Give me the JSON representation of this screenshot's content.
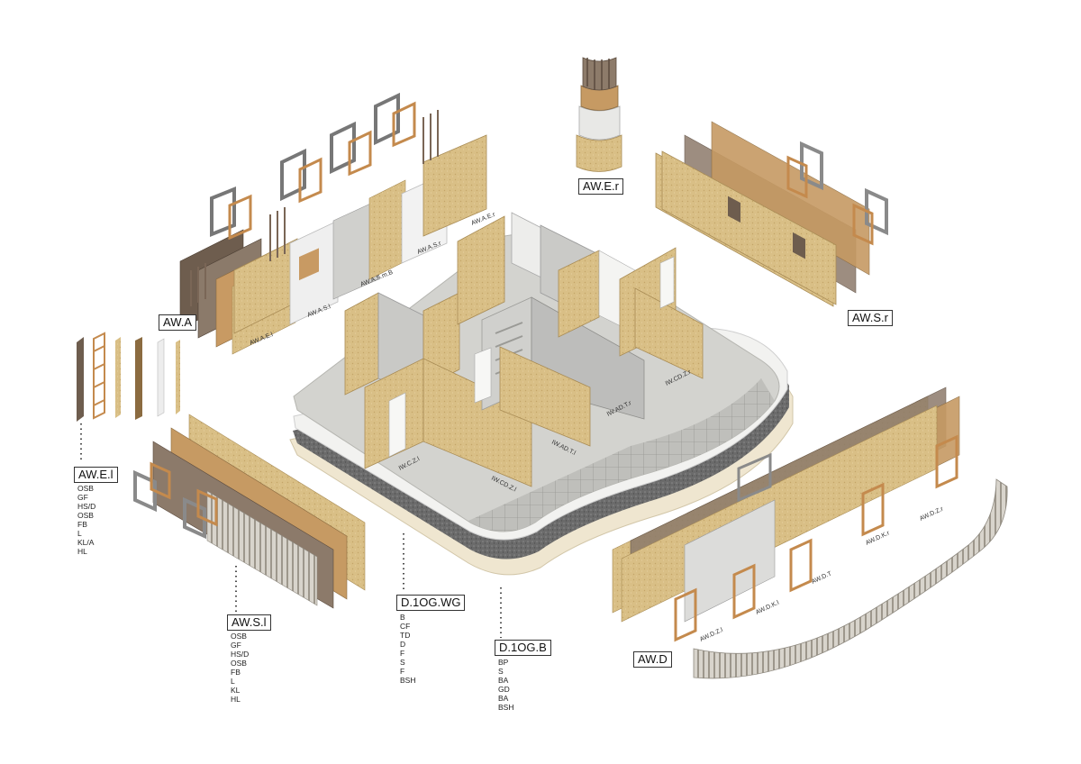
{
  "colors": {
    "osb": "#d7bd84",
    "osb_dark": "#b89a5e",
    "timber": "#c6925a",
    "frame_dark": "#6b5a4a",
    "grey_panel": "#bdbdbd",
    "white_panel": "#ececec",
    "concrete": "#cfcfcc",
    "gravel": "#6d6d6d",
    "base_cream": "#efe6d0"
  },
  "groups": {
    "aw_a": {
      "label": "AW.A"
    },
    "aw_s_r": {
      "label": "AW.S.r"
    },
    "aw_e_r": {
      "label": "AW.E.r"
    },
    "aw_d": {
      "label": "AW.D"
    },
    "aw_e_l": {
      "label": "AW.E.l",
      "layers": [
        "OSB",
        "GF",
        "HS/D",
        "OSB",
        "FB",
        "L",
        "KL/A",
        "HL"
      ]
    },
    "aw_s_l": {
      "label": "AW.S.l",
      "layers": [
        "OSB",
        "GF",
        "HS/D",
        "OSB",
        "FB",
        "L",
        "KL",
        "HL"
      ]
    },
    "d_1og_wg": {
      "label": "D.1OG.WG",
      "layers": [
        "B",
        "CF",
        "TD",
        "D",
        "F",
        "S",
        "F",
        "BSH"
      ]
    },
    "d_1og_b": {
      "label": "D.1OG.B",
      "layers": [
        "BP",
        "S",
        "BA",
        "GD",
        "BA",
        "BSH"
      ]
    }
  },
  "wall_labels": {
    "aw_a_e_l": "AW.A.E.l",
    "aw_a_s_l": "AW.A.S.l",
    "aw_a_s_m_b": "AW.A.S.m.B",
    "aw_a_s_r": "AW.A.S.r",
    "aw_a_e_r": "AW.A.E.r",
    "iw_c_z_l": "IW.C.Z.l",
    "iw_cd_z_l": "IW.CD.Z.l",
    "iw_ad_t_l": "IW.AD.T.l",
    "iw_ad_t_r": "IW.AD.T.r",
    "iw_cd_z_r": "IW.CD.Z.r",
    "aw_d_z_l": "AW.D.Z.l",
    "aw_d_k_l": "AW.D.K.l",
    "aw_d_t": "AW.D.T",
    "aw_d_k_r": "AW.D.K.r",
    "aw_d_z_r": "AW.D.Z.r"
  }
}
